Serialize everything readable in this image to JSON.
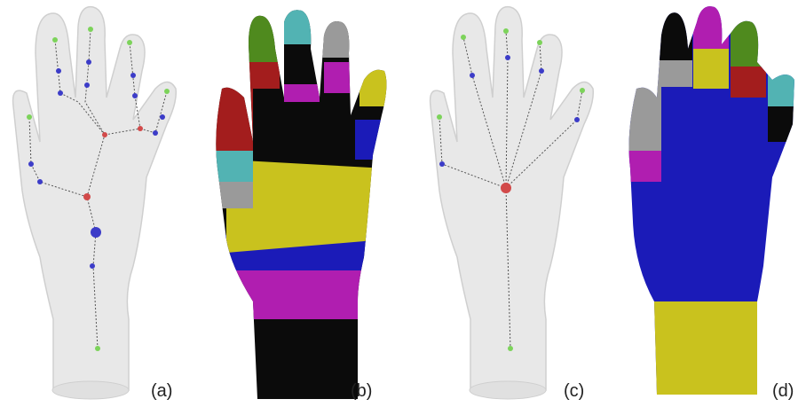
{
  "panels": [
    {
      "label": "(a)"
    },
    {
      "label": "(b)"
    },
    {
      "label": "(c)"
    },
    {
      "label": "(d)"
    }
  ],
  "colors": {
    "mesh": "#e6e6e6",
    "mesh_edge": "#cfcfcf",
    "skeleton_line": "#555555",
    "joint_end": "#7cd35a",
    "joint_mid": "#3c3cc8",
    "joint_branch": "#d24a4a",
    "segment_green": "#4f8a1e",
    "segment_teal": "#52b3b3",
    "segment_gray": "#9a9a9a",
    "segment_yellow": "#c9c21e",
    "segment_red": "#a31d1d",
    "segment_black": "#0b0b0b",
    "segment_magenta": "#b01eb0",
    "segment_blue": "#1b1bb8"
  }
}
